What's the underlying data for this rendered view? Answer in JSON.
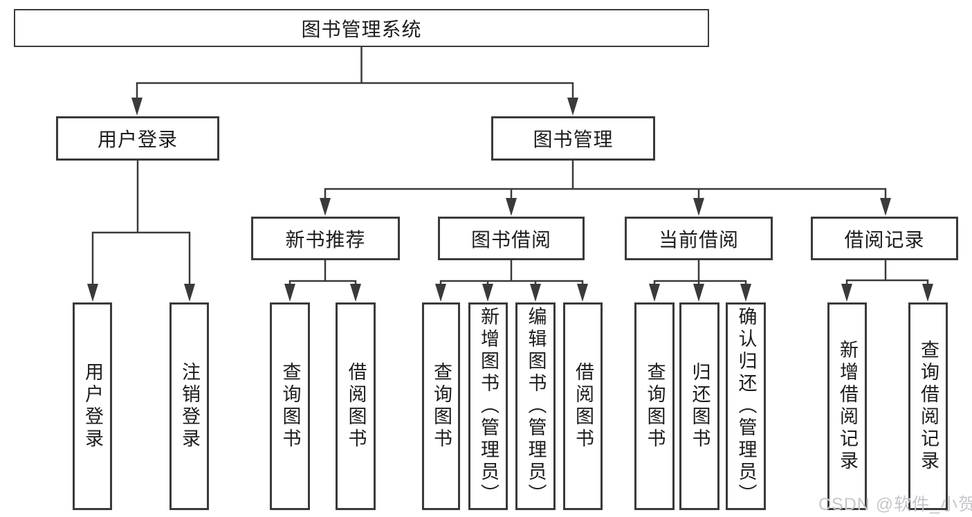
{
  "diagram": {
    "root": {
      "label": "图书管理系统"
    },
    "branches": [
      {
        "label": "用户登录",
        "children": [
          {
            "label": "用户登录"
          },
          {
            "label": "注销登录"
          }
        ]
      },
      {
        "label": "图书管理",
        "children": [
          {
            "label": "新书推荐",
            "children": [
              {
                "label": "查询图书"
              },
              {
                "label": "借阅图书"
              }
            ]
          },
          {
            "label": "图书借阅",
            "children": [
              {
                "label": "查询图书"
              },
              {
                "label": "新增图书（管理员）"
              },
              {
                "label": "编辑图书（管理员）"
              },
              {
                "label": "借阅图书"
              }
            ]
          },
          {
            "label": "当前借阅",
            "children": [
              {
                "label": "查询图书"
              },
              {
                "label": "归还图书"
              },
              {
                "label": "确认归还（管理员）"
              }
            ]
          },
          {
            "label": "借阅记录",
            "children": [
              {
                "label": "新增借阅记录"
              },
              {
                "label": "查询借阅记录"
              }
            ]
          }
        ]
      }
    ],
    "watermark": "CSDN @软件_小贺同学",
    "colors": {
      "line": "#3a3a3a",
      "text": "#1c1c1c",
      "watermark": "#c6c6cc",
      "background": "#ffffff"
    }
  }
}
